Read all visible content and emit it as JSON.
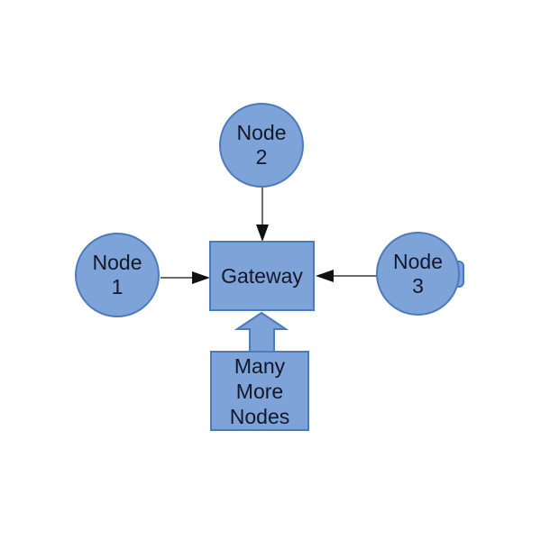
{
  "colors": {
    "shape_fill": "#7EA3D8",
    "shape_border": "#4D7ABC",
    "label_text": "#131729",
    "arrow_line": "#3C3C3C",
    "arrow_head": "#111111",
    "background": "#FFFFFF"
  },
  "gateway": {
    "label": "Gateway"
  },
  "nodes": [
    {
      "line1": "Node",
      "line2": "1"
    },
    {
      "line1": "Node",
      "line2": "2"
    },
    {
      "line1": "Node",
      "line2": "3"
    }
  ],
  "many_more_nodes": {
    "line1": "Many",
    "line2": "More",
    "line3": "Nodes"
  }
}
